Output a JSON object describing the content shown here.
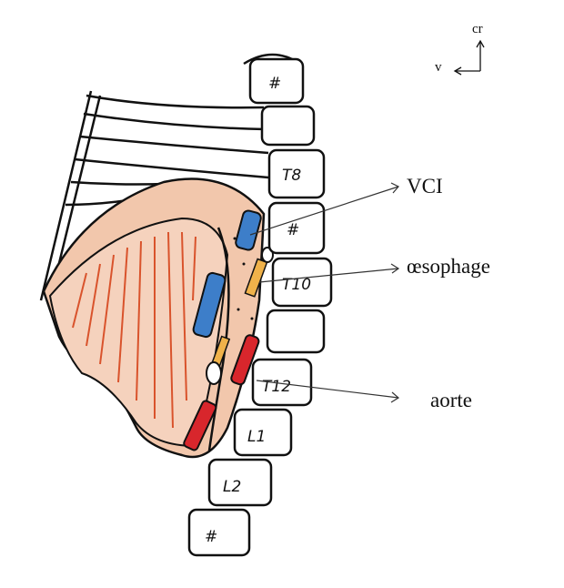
{
  "orientation": {
    "cranial": "cr",
    "ventral": "v"
  },
  "labels": {
    "vci": "VCI",
    "oesophagus": "œsophage",
    "aorta": "aorte"
  },
  "vertebrae": [
    "#",
    "T8",
    "#",
    "T10",
    "T12",
    "L1",
    "L2",
    "#"
  ],
  "colors": {
    "diaphragm": "#f2c7ac",
    "muscle": "#d9532c",
    "vein": "#3d7ec9",
    "artery": "#d8262c",
    "oesophagus": "#f0b24a"
  }
}
